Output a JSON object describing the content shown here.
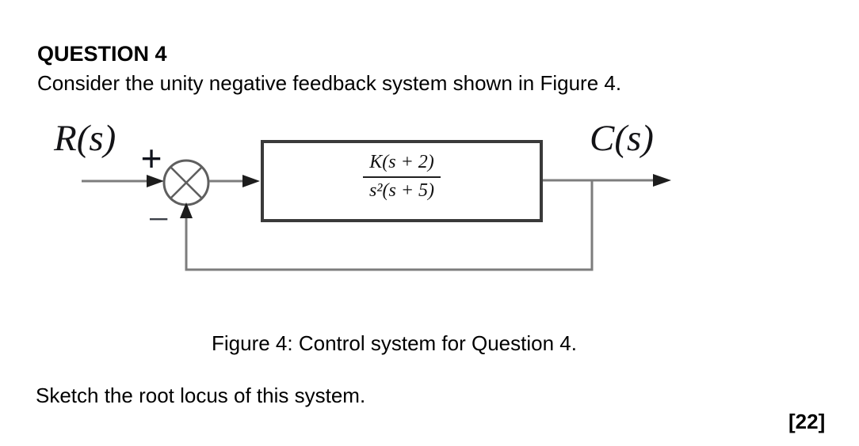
{
  "document": {
    "question_title": "QUESTION 4",
    "intro": "Consider the unity negative feedback system shown in Figure 4.",
    "figure_caption": "Figure 4: Control system for Question 4.",
    "task": "Sketch the root locus of this system.",
    "marks": "[22]"
  },
  "diagram": {
    "input_label": "R(s)",
    "output_label": "C(s)",
    "sum_plus_sign": "+",
    "sum_minus_sign": "−",
    "summing_junction": "circle-with-cross",
    "block": {
      "numerator": "K(s + 2)",
      "denominator": "s²(s + 5)"
    },
    "feedback": "unity-negative-feedback"
  },
  "colors": {
    "line": "#7d7d7d",
    "arrowhead": "#1d1d1d",
    "block_border": "#3a3a3a",
    "junction": "#5f5f5f",
    "text": "#000000"
  }
}
